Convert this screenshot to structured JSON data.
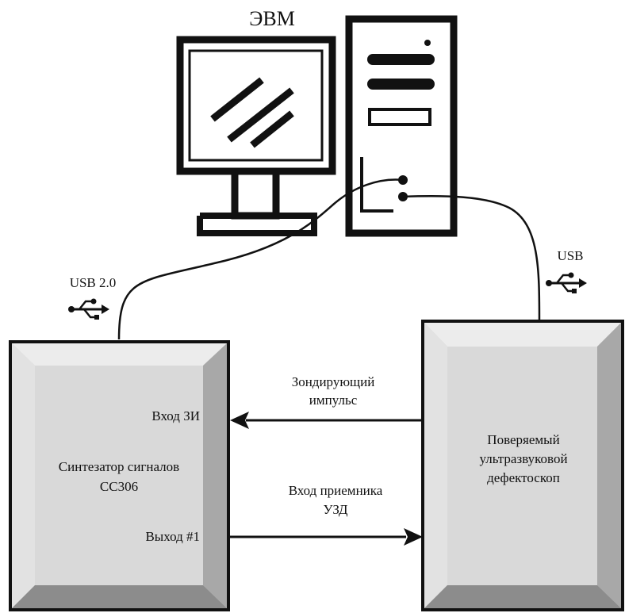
{
  "computer": {
    "label": "ЭВМ",
    "icon": "computer-icon"
  },
  "usb_left": {
    "label": "USB 2.0",
    "icon": "usb-icon"
  },
  "usb_right": {
    "label": "USB",
    "icon": "usb-icon"
  },
  "synthesizer": {
    "title_line1": "Синтезатор сигналов",
    "title_line2": "СС306",
    "input_label": "Вход ЗИ",
    "output_label": "Выход #1"
  },
  "defectoscope": {
    "line1": "Поверяемый",
    "line2": "ультразвуковой",
    "line3": "дефектоскоп"
  },
  "arrow_top": {
    "line1": "Зондирующий",
    "line2": "импульс"
  },
  "arrow_bottom": {
    "line1": "Вход приемника",
    "line2": "УЗД"
  },
  "colors": {
    "line": "#111111",
    "panel_face": "#d9d9d9",
    "bevel_light": "#ececec",
    "bevel_dark": "#8c8c8c"
  }
}
